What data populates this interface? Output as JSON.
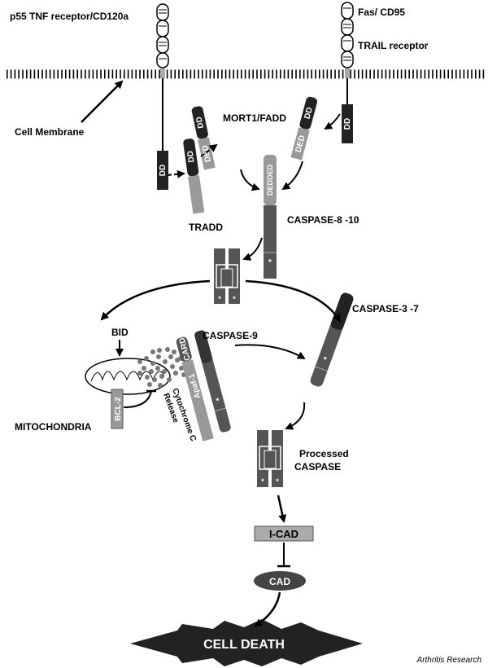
{
  "labels": {
    "p55_receptor": "p55 TNF receptor/CD120a",
    "fas": "Fas/ CD95",
    "trail": "TRAIL receptor",
    "cell_membrane": "Cell Membrane",
    "mort1": "MORT1/FADD",
    "tradd": "TRADD",
    "caspase8": "CASPASE-8  -10",
    "bid": "BID",
    "caspase9": "CASPASE-9",
    "caspase37": "CASPASE-3  -7",
    "mitochondria": "MITOCHONDRIA",
    "cytochrome_line1": "Cytochrome C",
    "cytochrome_line2": "Release",
    "processed_line1": "Processed",
    "processed_line2": "CASPASE",
    "cell_death": "CELL DEATH",
    "credit": "Arthritis Research"
  },
  "domains": {
    "dd": "DD",
    "ded": "DED",
    "card": "CARD",
    "apaf1": "Apaf-1",
    "bcl2": "BCL-2",
    "icad": "I-CAD",
    "cad": "CAD",
    "star": "*"
  }
}
